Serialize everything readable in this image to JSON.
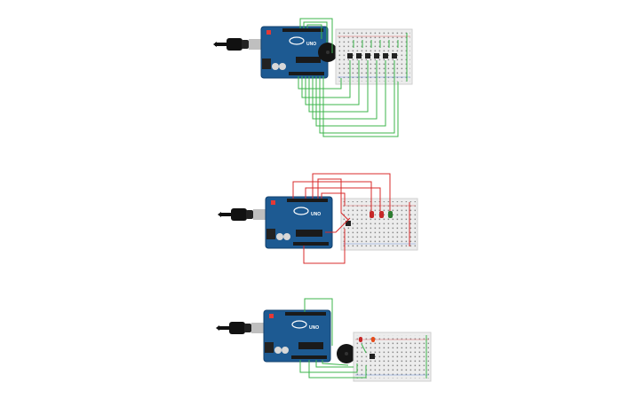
{
  "canvas": {
    "background": "#ffffff"
  },
  "colors": {
    "arduino_board": "#1d5a92",
    "arduino_board_edge": "#12406e",
    "header": "#1a1a1a",
    "usb_cable": "#111111",
    "usb_port": "#bfbfbf",
    "breadboard": "#ececec",
    "breadboard_edge": "#cfcfcf",
    "hole": "#8a8a8a",
    "wire_green": "#3cb44b",
    "wire_red": "#d92b2b",
    "buzzer": "#151515",
    "led_red": "#c62828",
    "led_green": "#2e7d32",
    "button": "#222222"
  },
  "circuits": [
    {
      "id": "circuit-1",
      "board_label": "UNO",
      "components": [
        "arduino-uno-icon",
        "usb-cable-icon",
        "breadboard-icon",
        "buzzer-icon",
        "push-button-icon"
      ],
      "wire_colors": [
        "green"
      ]
    },
    {
      "id": "circuit-2",
      "board_label": "UNO",
      "components": [
        "arduino-uno-icon",
        "usb-cable-icon",
        "breadboard-icon",
        "led-icon",
        "push-button-icon"
      ],
      "wire_colors": [
        "red"
      ]
    },
    {
      "id": "circuit-3",
      "board_label": "UNO",
      "components": [
        "arduino-uno-icon",
        "usb-cable-icon",
        "breadboard-icon",
        "buzzer-icon",
        "led-icon",
        "push-button-icon"
      ],
      "wire_colors": [
        "green"
      ]
    }
  ]
}
